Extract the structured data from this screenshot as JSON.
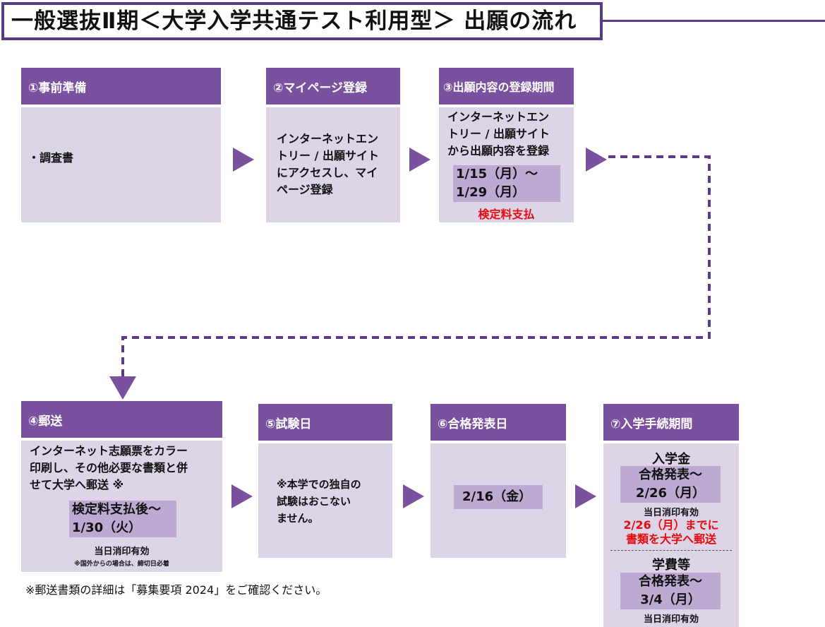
{
  "title": "一般選抜Ⅱ期＜大学入学共通テスト利用型＞ 出願の流れ",
  "steps": [
    {
      "header": "①事前準備",
      "body": "・調査書"
    },
    {
      "header": "②マイページ登録",
      "body": "インターネットエン\nトリー / 出願サイト\nにアクセスし、マイ\nページ登録"
    },
    {
      "header": "③出願内容の登録期間",
      "body": "インターネットエン\nトリー / 出願サイト\nから出願内容を登録",
      "period": "1/15（月）～\n1/29（月）",
      "note_red": "検定料支払"
    },
    {
      "header": "④郵送",
      "body": "インターネット志願票をカラー\n印刷し、その他必要な書類と併\nせて大学へ郵送 ※",
      "period": "検定料支払後～\n1/30（火）",
      "note": "当日消印有効",
      "note_small": "※国外からの場合は、締切日必着"
    },
    {
      "header": "⑤試験日",
      "body": "※本学での独自の\n試験はおこない\nません。"
    },
    {
      "header": "⑥合格発表日",
      "period": "2/16（金）"
    },
    {
      "header": "⑦入学手続期間",
      "sections": [
        {
          "label": "入学金",
          "period": "合格発表～\n2/26（月）",
          "note": "当日消印有効",
          "note_red": "2/26（月）までに\n書類を大学へ郵送"
        },
        {
          "label": "学費等",
          "period": "合格発表～\n3/4（月）",
          "note": "当日消印有効"
        }
      ]
    }
  ],
  "footnote": "※郵送書類の詳細は「募集要項 2024」をご確認ください。",
  "colors": {
    "header": "#7a519e",
    "body": "#ddd4e8",
    "highlight": "#bcaad3",
    "title_border": "#5b3a86",
    "red": "#e50c0c"
  }
}
